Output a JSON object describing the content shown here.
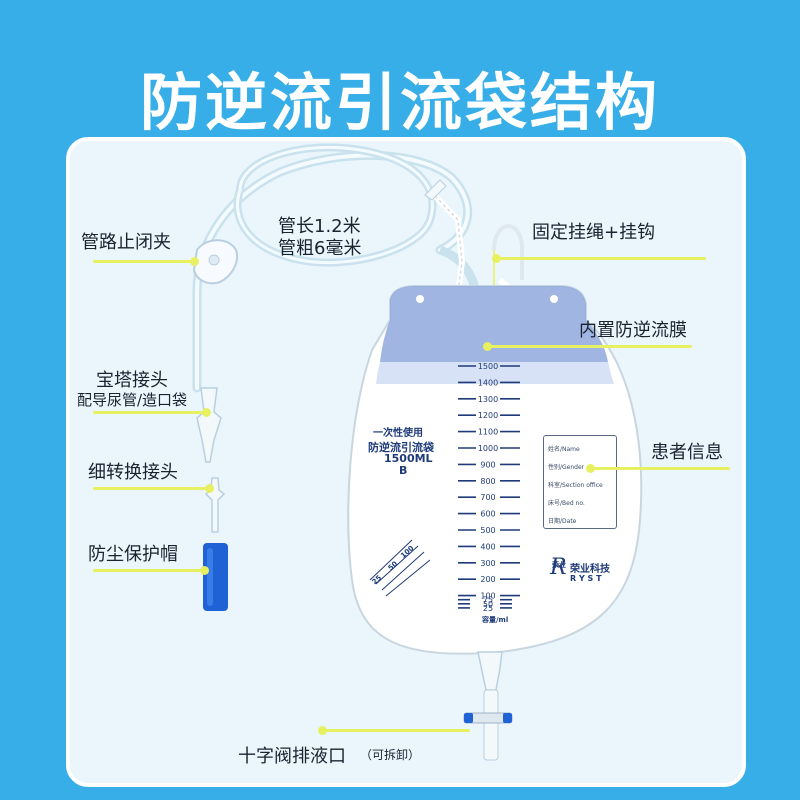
{
  "title": "防逆流引流袋结构",
  "tube_spec": {
    "line1": "管长1.2米",
    "line2": "管粗6毫米"
  },
  "callouts": {
    "clamp": "管路止闭夹",
    "pagoda": "宝塔接头",
    "pagoda_sub": "配导尿管/造口袋",
    "adapter": "细转换接头",
    "dust_cap": "防尘保护帽",
    "rope_hook": "固定挂绳+挂钩",
    "membrane": "内置防逆流膜",
    "patient_info": "患者信息",
    "cross_valve": "十字阀排液口",
    "cross_valve_note": "（可拆卸）"
  },
  "bag": {
    "type_text": "一次性使用",
    "name_text": "防逆流引流袋",
    "volume_text": "1500ML",
    "model_text": "B",
    "unit_text": "容量/ml",
    "brand_cn": "荣业科技",
    "brand_en": "R Y S T",
    "brand_small": "荣业",
    "scale": [
      "1500",
      "1400",
      "1300",
      "1200",
      "1100",
      "1000",
      "900",
      "800",
      "700",
      "600",
      "500",
      "400",
      "300",
      "200",
      "100",
      "75",
      "50",
      "25"
    ],
    "side_scale": [
      "100",
      "50",
      "25"
    ],
    "info_fields": [
      "姓名/Name",
      "性别/Gender",
      "科室/Section office",
      "床号/Bed no.",
      "日期/Date"
    ]
  },
  "colors": {
    "background": "#38aee8",
    "leader": "#e7f060",
    "panel": "#eaf6fc"
  }
}
